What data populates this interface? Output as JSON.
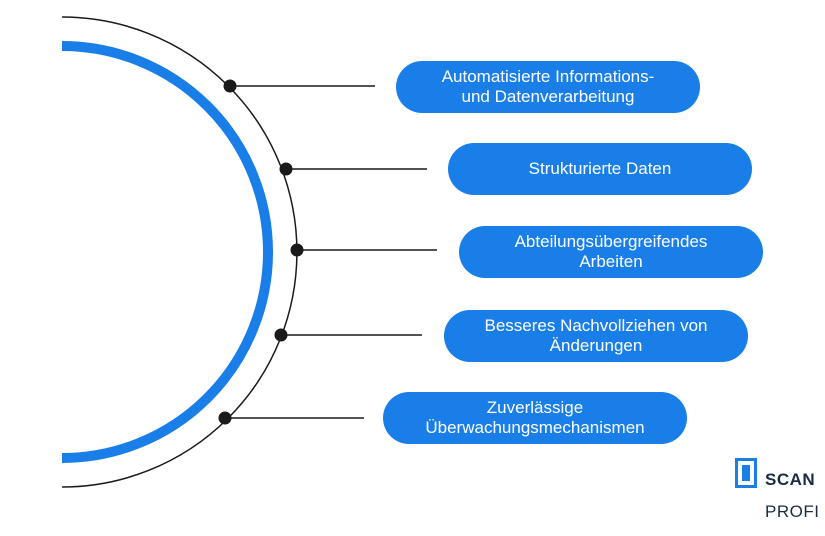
{
  "items": [
    {
      "label": "Automatisierte Informations-\nund Datenverarbeitung"
    },
    {
      "label": "Strukturierte Daten"
    },
    {
      "label": "Abteilungsübergreifendes\nArbeiten"
    },
    {
      "label": "Besseres Nachvollziehen von\nÄnderungen"
    },
    {
      "label": "Zuverlässige\nÜberwachungsmechanismen"
    }
  ],
  "brand": {
    "line1": "SCAN",
    "line2": "PROFI",
    "color": "#1a7ee8",
    "icon": "document-frame-icon"
  },
  "colors": {
    "accent": "#1a7ee8",
    "line": "#1a1a1a",
    "text": "#ffffff"
  }
}
